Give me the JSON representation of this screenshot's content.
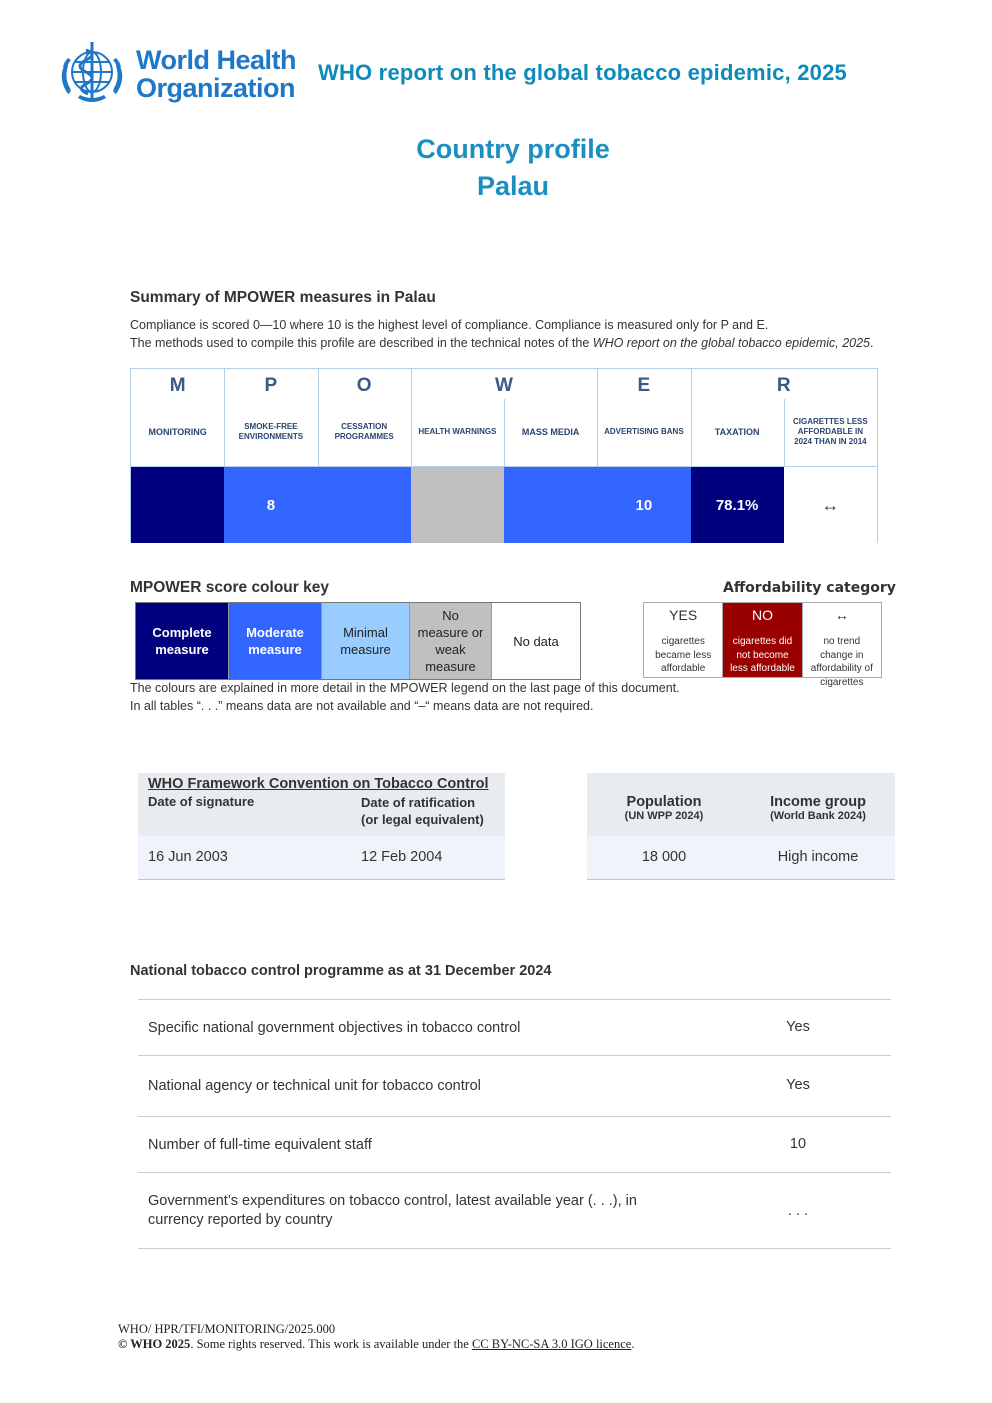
{
  "header": {
    "org_line1": "World Health",
    "org_line2": "Organization",
    "report_title": "WHO report on the global tobacco epidemic, 2025",
    "profile_title": "Country profile",
    "country": "Palau"
  },
  "summary": {
    "heading": "Summary of MPOWER measures in Palau",
    "note1": "Compliance is scored 0—10 where 10 is the highest level of compliance. Compliance is measured only for P and E.",
    "note2_prefix": "The methods used to compile this profile are described in the technical notes of the ",
    "note2_italic": "WHO report on the global tobacco epidemic, 2025",
    "note2_suffix": "."
  },
  "mpower": {
    "letters": [
      "M",
      "P",
      "O",
      "W",
      "E",
      "R"
    ],
    "columns": [
      {
        "label": "MONITORING",
        "value": "",
        "color": "#00007f"
      },
      {
        "label": "SMOKE-FREE ENVIRONMENTS",
        "value": "8",
        "color": "#3366ff"
      },
      {
        "label": "CESSATION PROGRAMMES",
        "value": "",
        "color": "#3366ff"
      },
      {
        "label": "HEALTH WARNINGS",
        "value": "",
        "color": "#c0c0c0"
      },
      {
        "label": "MASS MEDIA",
        "value": "",
        "color": "#3366ff"
      },
      {
        "label": "ADVERTISING BANS",
        "value": "10",
        "color": "#3366ff"
      },
      {
        "label": "TAXATION",
        "value": "78.1%",
        "color": "#00007f"
      },
      {
        "label": "CIGARETTES LESS AFFORDABLE IN 2024 THAN IN 2014",
        "value": "↔",
        "color": "#ffffff"
      }
    ]
  },
  "colour_key": {
    "heading": "MPOWER score colour key",
    "items": [
      {
        "label": "Complete measure",
        "color": "#00007f",
        "text_color": "#ffffff"
      },
      {
        "label": "Moderate measure",
        "color": "#3366ff",
        "text_color": "#ffffff"
      },
      {
        "label": "Minimal measure",
        "color": "#99ccff",
        "text_color": "#222222"
      },
      {
        "label": "No measure or weak measure",
        "color": "#c0c0c0",
        "text_color": "#222222"
      },
      {
        "label": "No data",
        "color": "#ffffff",
        "text_color": "#222222"
      }
    ],
    "note1": "The colours are explained in more detail in the MPOWER legend on the last page of this document.",
    "note2": "In all tables “. . .” means data are not available and “–“ means data are not required."
  },
  "affordability": {
    "heading": "Affordability category",
    "items": [
      {
        "head": "YES",
        "desc": "cigarettes became less affordable",
        "color": "#ffffff",
        "text_color": "#333333"
      },
      {
        "head": "NO",
        "desc": "cigarettes did not become less affordable",
        "color": "#990000",
        "text_color": "#ffffff"
      },
      {
        "head": "↔",
        "desc": "no trend change in affordability of cigarettes",
        "color": "#ffffff",
        "text_color": "#333333"
      }
    ]
  },
  "fctc": {
    "title": "WHO Framework Convention on Tobacco Control",
    "sig_label": "Date of signature",
    "rat_label": "Date of ratification",
    "rat_sub": "(or legal equivalent)",
    "sig_value": "16 Jun 2003",
    "rat_value": "12 Feb 2004"
  },
  "demographics": {
    "pop_label": "Population",
    "pop_sub": "(UN WPP 2024)",
    "inc_label": "Income group",
    "inc_sub": "(World Bank 2024)",
    "pop_value": "18 000",
    "inc_value": "High income"
  },
  "programme": {
    "heading": "National tobacco control programme as at 31 December 2024",
    "rows": [
      {
        "label": "Specific national government objectives in tobacco control",
        "value": "Yes"
      },
      {
        "label": "National agency or technical unit for tobacco control",
        "value": "Yes"
      },
      {
        "label": "Number of full-time equivalent staff",
        "value": "10"
      },
      {
        "label": "Government’s expenditures on tobacco control, latest available year (. . .), in currency reported by country",
        "value": ". . ."
      }
    ]
  },
  "footer": {
    "code": "WHO/ HPR/TFI/MONITORING/2025.000",
    "copy_bold": "© WHO 2025",
    "copy_text": ". Some rights reserved. This work is available under the ",
    "licence": "CC BY-NC-SA 3.0 IGO licence",
    "end": "."
  }
}
